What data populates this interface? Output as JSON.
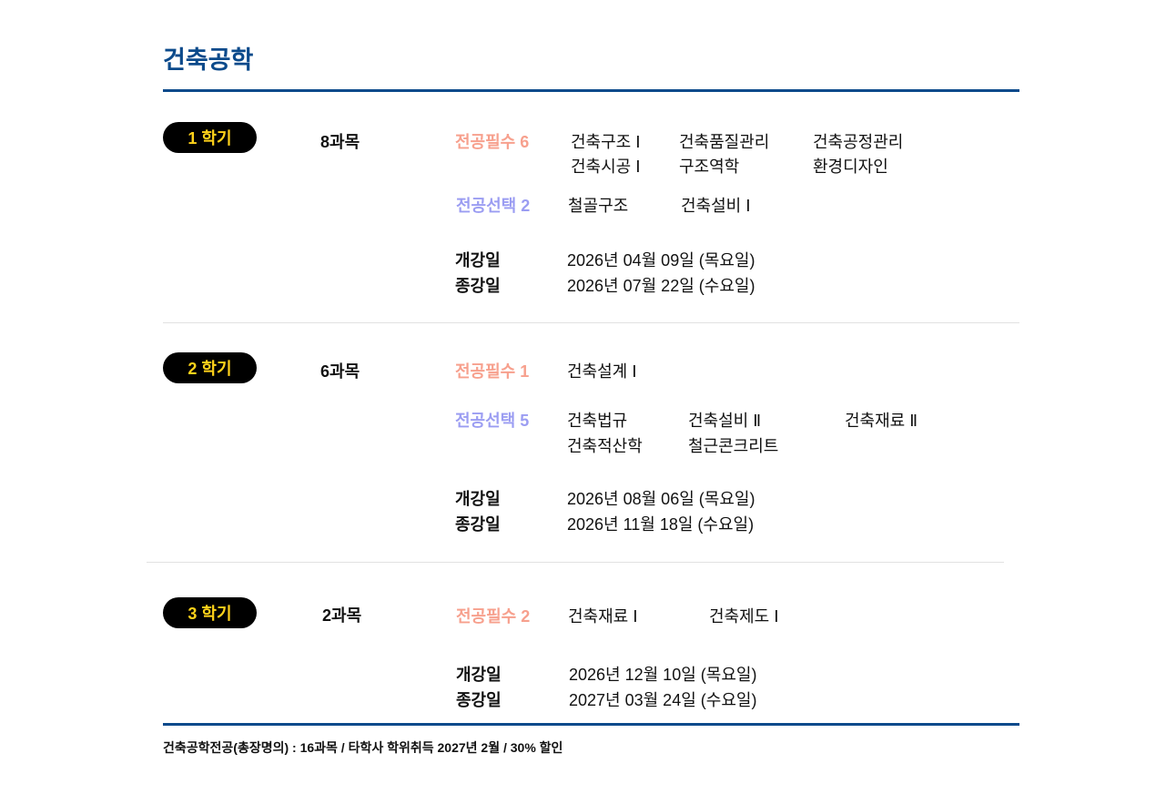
{
  "title": "건축공학",
  "semesters": [
    {
      "label": "1 학기",
      "count": "8과목",
      "required": "전공필수 6",
      "required_courses": [
        "건축구조 Ⅰ",
        "건축품질관리",
        "건축공정관리",
        "건축시공 Ⅰ",
        "구조역학",
        "환경디자인"
      ],
      "elective": "전공선택 2",
      "elective_courses": [
        "철골구조",
        "건축설비 Ⅰ"
      ],
      "start_label": "개강일",
      "start": "2026년 04월 09일   (목요일)",
      "end_label": "종강일",
      "end": "2026년 07월 22일   (수요일)"
    },
    {
      "label": "2 학기",
      "count": "6과목",
      "required": "전공필수 1",
      "required_courses": [
        "건축설계 Ⅰ"
      ],
      "elective": "전공선택 5",
      "elective_courses": [
        "건축법규",
        "건축설비 Ⅱ",
        "건축재료 Ⅱ",
        "건축적산학",
        "철근콘크리트"
      ],
      "start_label": "개강일",
      "start": "2026년  08월 06일   (목요일)",
      "end_label": "종강일",
      "end": "2026년  11월 18일     (수요일)"
    },
    {
      "label": "3 학기",
      "count": "2과목",
      "required": "전공필수 2",
      "required_courses": [
        "건축재료 Ⅰ",
        "건축제도 Ⅰ"
      ],
      "start_label": "개강일",
      "start": "2026년 12월  10일   (목요일)",
      "end_label": "종강일",
      "end": "2027년 03월 24일  (수요일)"
    }
  ],
  "footer": "건축공학전공(총장명의) : 16과목 / 타학사 학위취득 2027년 2월 / 30% 할인",
  "colors": {
    "navy": "#0b4a8b",
    "required": "#f7a08d",
    "elective": "#9b9df2",
    "pill_text": "#ffd21a"
  }
}
